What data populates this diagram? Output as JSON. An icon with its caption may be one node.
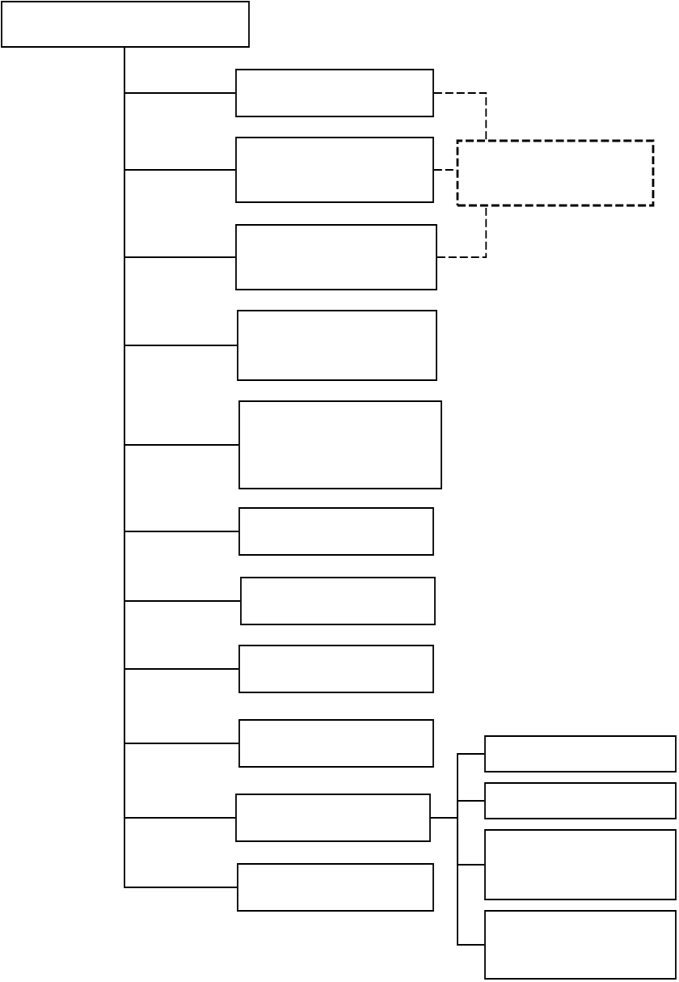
{
  "diagram": {
    "nodes": [
      {
        "text": [],
        "shape": "box"
      },
      {
        "text": [],
        "shape": "box"
      },
      {
        "text": [],
        "shape": "box"
      },
      {
        "text": [],
        "shape": "box"
      },
      {
        "text": [],
        "shape": "box"
      },
      {
        "text": [],
        "shape": "box"
      },
      {
        "text": [],
        "shape": "box"
      },
      {
        "text": [],
        "shape": "box"
      },
      {
        "text": [],
        "shape": "box"
      },
      {
        "text": [],
        "shape": "box"
      },
      {
        "text": [],
        "shape": "box"
      },
      {
        "text": [],
        "shape": "box"
      },
      {
        "text": [],
        "shape": "box"
      },
      {
        "text": [],
        "shape": "box"
      },
      {
        "text": [],
        "shape": "box"
      },
      {
        "text": [],
        "shape": "box"
      },
      {
        "text": [],
        "shape": "box"
      }
    ],
    "edges": [
      {
        "from": 0,
        "to": 1,
        "arrow": "none"
      },
      {
        "from": 0,
        "to": 2,
        "arrow": "none"
      },
      {
        "from": 0,
        "to": 3,
        "arrow": "none"
      },
      {
        "from": 0,
        "to": 4,
        "arrow": "none"
      },
      {
        "from": 0,
        "to": 5,
        "arrow": "none"
      },
      {
        "from": 0,
        "to": 6,
        "arrow": "none"
      },
      {
        "from": 0,
        "to": 7,
        "arrow": "none"
      },
      {
        "from": 0,
        "to": 8,
        "arrow": "none"
      },
      {
        "from": 0,
        "to": 9,
        "arrow": "none"
      },
      {
        "from": 0,
        "to": 10,
        "arrow": "none"
      },
      {
        "from": 0,
        "to": 11,
        "arrow": "none"
      },
      {
        "from": 1,
        "to": 12,
        "arrow": "none",
        "style": "dashed"
      },
      {
        "from": 2,
        "to": 12,
        "arrow": "none",
        "style": "dashed"
      },
      {
        "from": 3,
        "to": 12,
        "arrow": "none",
        "style": "dashed"
      },
      {
        "from": 10,
        "to": 13,
        "arrow": "none"
      },
      {
        "from": 10,
        "to": 14,
        "arrow": "none"
      },
      {
        "from": 10,
        "to": 15,
        "arrow": "none"
      },
      {
        "from": 10,
        "to": 16,
        "arrow": "none"
      }
    ]
  }
}
